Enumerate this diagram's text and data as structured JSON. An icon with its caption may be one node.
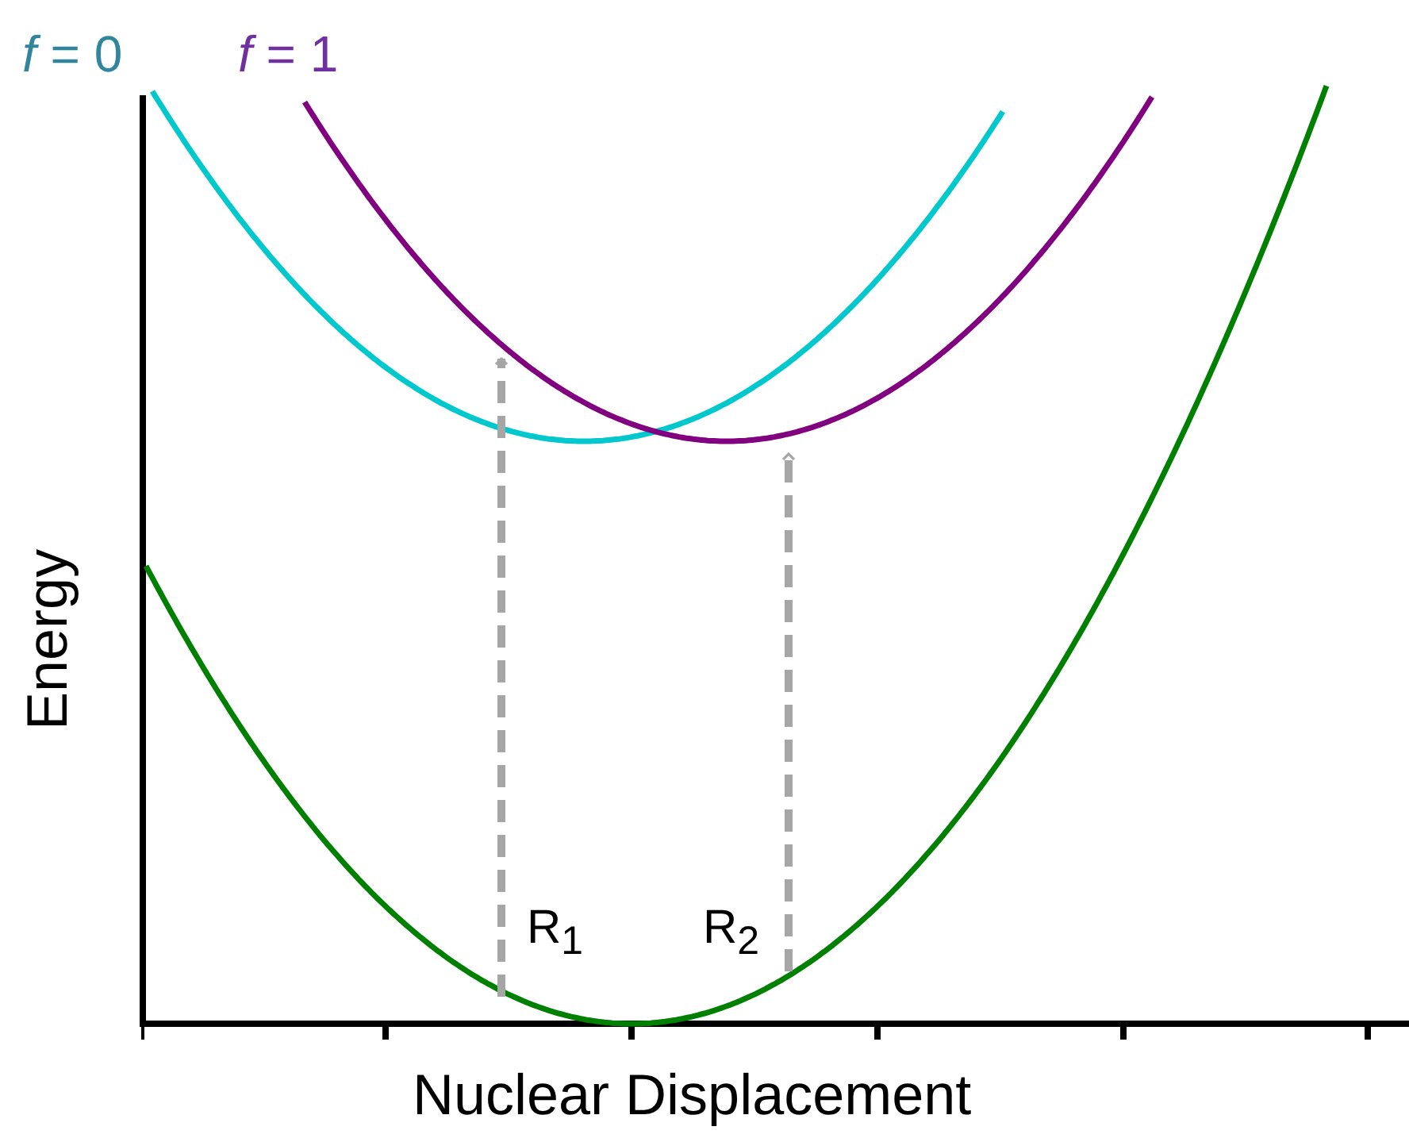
{
  "diagram": {
    "labels": [
      "*f* = 0",
      "*f* = 1",
      "Energy",
      "Nuclear Displacement",
      "R$_{1}$",
      "R$_{2}$"
    ]
  }
}
